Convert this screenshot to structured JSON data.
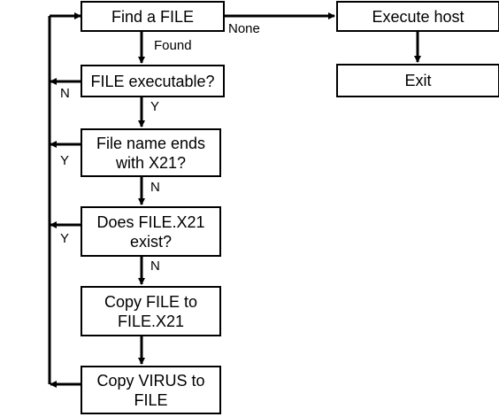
{
  "nodes": {
    "find_file": "Find a FILE",
    "executable": "FILE executable?",
    "ends_x21": "File name ends\nwith X21?",
    "x21_exists": "Does FILE.X21\nexist?",
    "copy_file": "Copy FILE to\nFILE.X21",
    "copy_virus": "Copy VIRUS to\nFILE",
    "execute_host": "Execute host",
    "exit": "Exit"
  },
  "edges": {
    "found": "Found",
    "none": "None",
    "exec_no": "N",
    "exec_yes": "Y",
    "ends_yes": "Y",
    "ends_no": "N",
    "exists_yes": "Y",
    "exists_no": "N"
  }
}
